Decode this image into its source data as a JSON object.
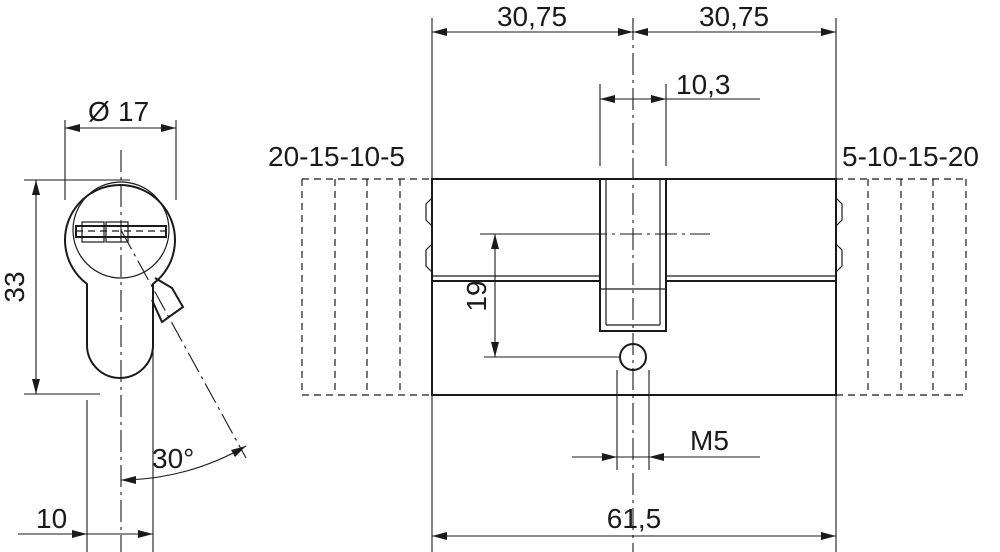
{
  "labels": {
    "dim_left_half": "30,75",
    "dim_right_half": "30,75",
    "dim_cam_width": "10,3",
    "dim_diameter": "17",
    "diameter_symbol": "Ø",
    "dim_height": "33",
    "dim_screw_offset": "19",
    "dim_screw_thread": "M5",
    "dim_total_length": "61,5",
    "dim_cam_offset": "10",
    "dim_cam_angle": "30°",
    "extensions_left": "20-15-10-5",
    "extensions_right": "5-10-15-20"
  }
}
